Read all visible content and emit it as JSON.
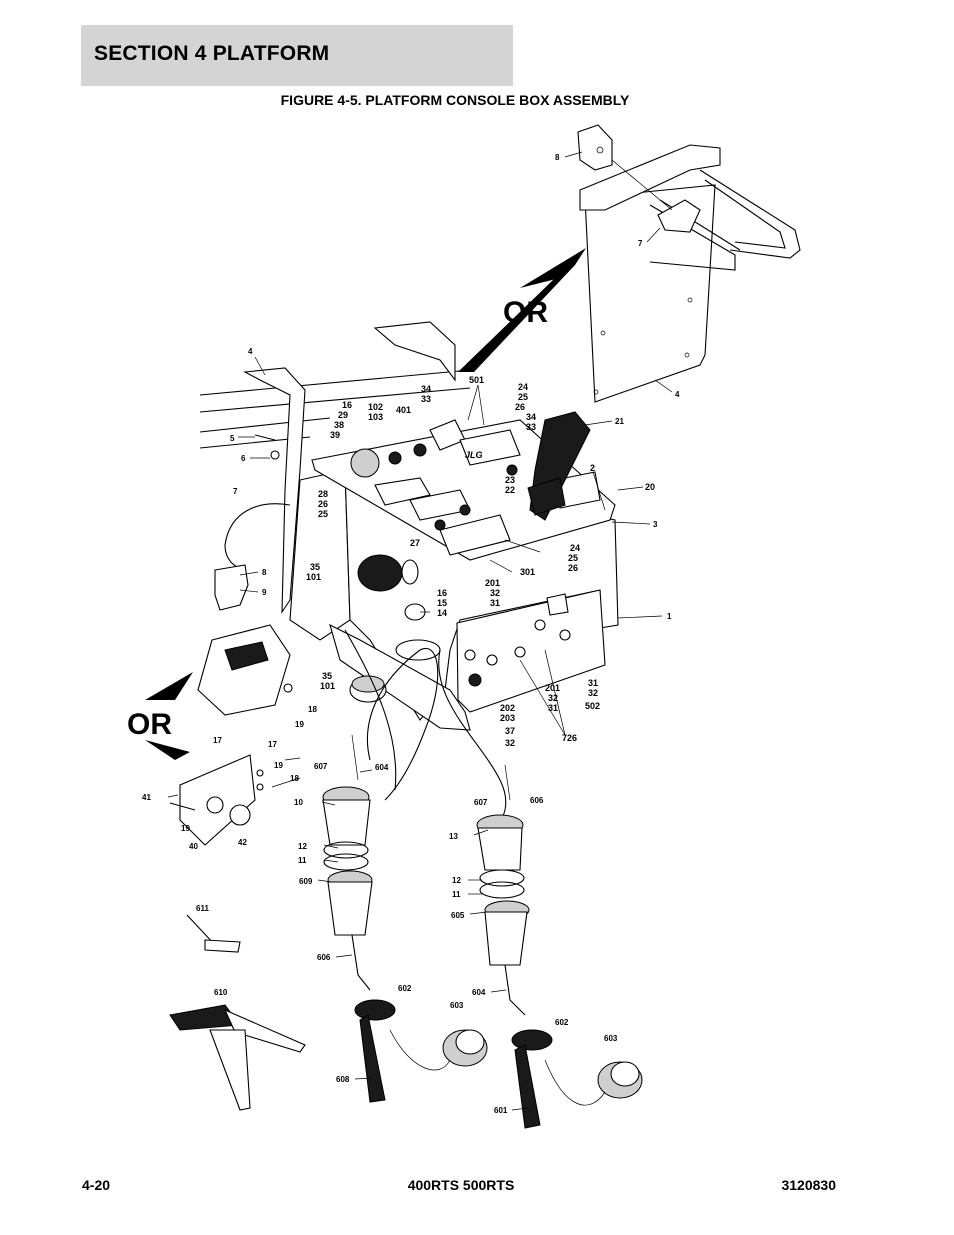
{
  "header": {
    "section_title": "SECTION 4   PLATFORM"
  },
  "figure": {
    "title": "FIGURE 4-5. PLATFORM CONSOLE BOX ASSEMBLY"
  },
  "footer": {
    "page_number": "4-20",
    "model": "400RTS 500RTS",
    "doc_number": "3120830"
  },
  "or_markers": [
    "OR",
    "OR"
  ],
  "callouts": {
    "c8_top": "8",
    "c7_top": "7",
    "c4_right": "4",
    "c4_left": "4",
    "c501": "501",
    "c24_25_26_top": [
      "24",
      "25",
      "26"
    ],
    "c34_33_top": [
      "34",
      "33"
    ],
    "c34_33_right": [
      "34",
      "33"
    ],
    "c16_29_38_39": [
      "16",
      "29",
      "38",
      "39"
    ],
    "c102_103": [
      "102",
      "103"
    ],
    "c401": "401",
    "c21": "21",
    "c5": "5",
    "c6": "6",
    "c7_left": "7",
    "c8_left": "8",
    "c9": "9",
    "c2": "2",
    "c20": "20",
    "c3": "3",
    "c23_22": [
      "23",
      "22"
    ],
    "c28_26_25": [
      "28",
      "26",
      "25"
    ],
    "c27": "27",
    "c24_25_26_mid": [
      "24",
      "25",
      "26"
    ],
    "c35_101_top": [
      "35",
      "101"
    ],
    "c301": "301",
    "c201_32_31_top": [
      "201",
      "32",
      "31"
    ],
    "c16_15_14": [
      "16",
      "15",
      "14"
    ],
    "c1": "1",
    "c35_101_bottom": [
      "35",
      "101"
    ],
    "c18_top": "18",
    "c19_top": "19",
    "c17_top": "17",
    "c201_32_31_bottom": [
      "201",
      "32",
      "31"
    ],
    "c31_32_502": [
      "31",
      "32",
      "502"
    ],
    "c202_203_37_32": [
      "202",
      "203",
      "37",
      "32"
    ],
    "c726": "726",
    "c17_bracket": "17",
    "c19_bracket": "19",
    "c18_bracket": "18",
    "c41": "41",
    "c19_bottom": "19",
    "c40": "40",
    "c42": "42",
    "c607_left": "607",
    "c604_top": "604",
    "c10": "10",
    "c12_left": "12",
    "c11_left": "11",
    "c609": "609",
    "c607_right": "607",
    "c606_top": "606",
    "c13": "13",
    "c12_right": "12",
    "c11_right": "11",
    "c605": "605",
    "c611": "611",
    "c606_bottom": "606",
    "c604_bottom": "604",
    "c610": "610",
    "c602_left": "602",
    "c603_left": "603",
    "c608": "608",
    "c602_right": "602",
    "c603_right": "603",
    "c601": "601"
  }
}
